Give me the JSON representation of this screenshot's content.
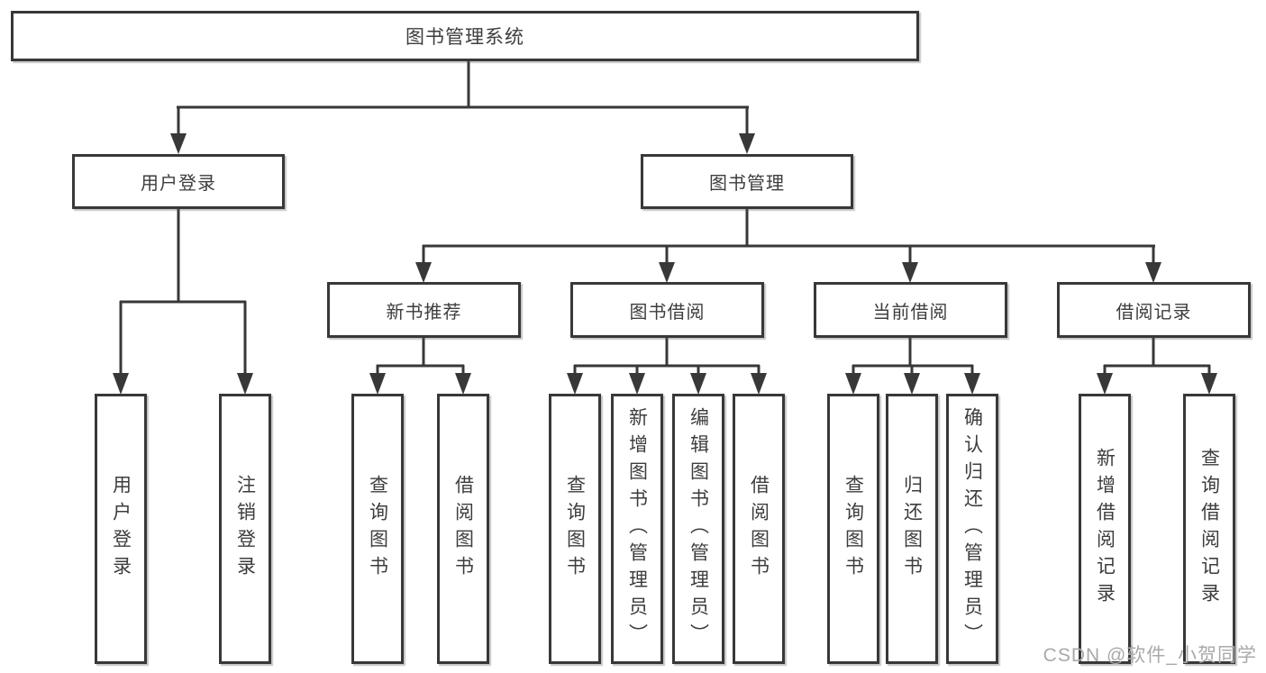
{
  "diagram_title": "图书管理系统",
  "colors": {
    "line": "#383838",
    "box_border": "#383838",
    "box_background": "#ffffff",
    "text": "#3d3d3d",
    "watermark": "#a9a9a9"
  },
  "watermark": {
    "text": "CSDN @软件_小贺同学"
  },
  "nodes": {
    "root": {
      "label": "图书管理系统"
    },
    "level1": [
      {
        "label": "用户登录"
      },
      {
        "label": "图书管理"
      }
    ],
    "level2": [
      {
        "label": "新书推荐",
        "parent": "图书管理"
      },
      {
        "label": "图书借阅",
        "parent": "图书管理"
      },
      {
        "label": "当前借阅",
        "parent": "图书管理"
      },
      {
        "label": "借阅记录",
        "parent": "图书管理"
      }
    ],
    "leaves": [
      {
        "label": "用户登录",
        "parent": "用户登录"
      },
      {
        "label": "注销登录",
        "parent": "用户登录"
      },
      {
        "label": "查询图书",
        "parent": "新书推荐"
      },
      {
        "label": "借阅图书",
        "parent": "新书推荐"
      },
      {
        "label": "查询图书",
        "parent": "图书借阅"
      },
      {
        "label": "新增图书（管理员）",
        "parent": "图书借阅"
      },
      {
        "label": "编辑图书（管理员）",
        "parent": "图书借阅"
      },
      {
        "label": "借阅图书",
        "parent": "图书借阅"
      },
      {
        "label": "查询图书",
        "parent": "当前借阅"
      },
      {
        "label": "归还图书",
        "parent": "当前借阅"
      },
      {
        "label": "确认归还（管理员）",
        "parent": "当前借阅"
      },
      {
        "label": "新增借阅记录",
        "parent": "借阅记录"
      },
      {
        "label": "查询借阅记录",
        "parent": "借阅记录"
      }
    ]
  }
}
